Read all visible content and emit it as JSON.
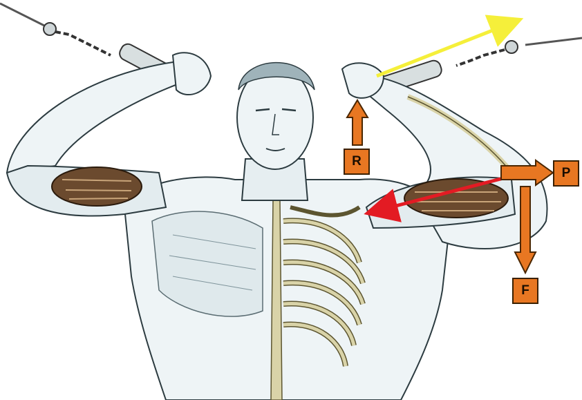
{
  "labels": {
    "R": "R",
    "P": "P",
    "F": "F"
  },
  "colors": {
    "force_arrow": "#e87722",
    "force_arrow_outline": "#4a2600",
    "muscle_pull_arrow": "#e31b23",
    "cable_direction_arrow": "#f5ef3a",
    "skin_tone": "#eef4f6",
    "skin_shade": "#b9cfd6",
    "outline": "#2c3b40",
    "muscle": "#6b4a2e",
    "bone": "#d9d3a8",
    "cable": "#444444"
  },
  "icons": {
    "figure": "anatomical-figure-illustration",
    "biceps": "biceps-muscle-icon",
    "ribcage": "ribcage-icon"
  }
}
